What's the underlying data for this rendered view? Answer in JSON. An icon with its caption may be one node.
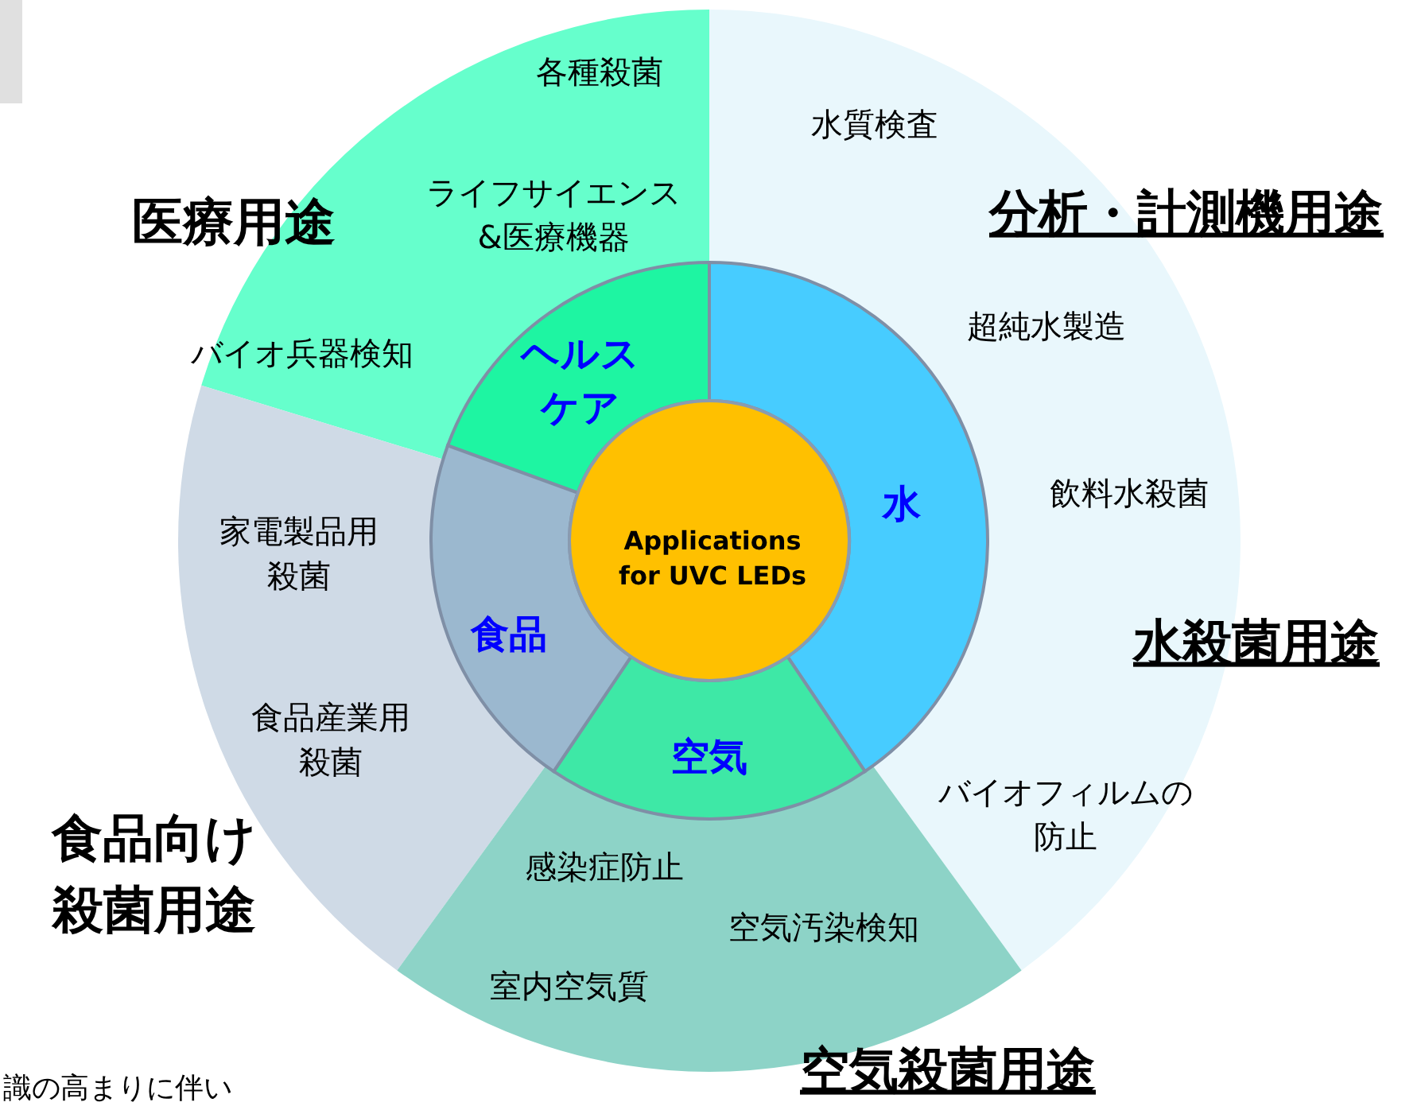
{
  "diagram": {
    "nodes": [
      {
        "text": [
          "Applications for UVC LEDs"
        ]
      },
      {
        "text": [
          "ヘルスケア"
        ]
      },
      {
        "text": [
          "水"
        ]
      },
      {
        "text": [
          "空気"
        ]
      },
      {
        "text": [
          "食品"
        ]
      },
      {
        "text": [
          "医療用途",
          "各種殺菌",
          "ライフサイエンス&医療機器",
          "バイオ兵器検知"
        ]
      },
      {
        "text": [
          "水質検査",
          "分析・計測機用途",
          "超純水製造",
          "飲料水殺菌",
          "水殺菌用途",
          "バイオフィルムの防止"
        ]
      },
      {
        "text": [
          "家電製品用殺菌",
          "食品産業用殺菌",
          "食品向け殺菌用途"
        ]
      },
      {
        "text": [
          "感染症防止",
          "空気汚染検知",
          "室内空気質",
          "空気殺菌用途"
        ]
      }
    ],
    "labels": [
      "識の高まりに伴い"
    ]
  }
}
